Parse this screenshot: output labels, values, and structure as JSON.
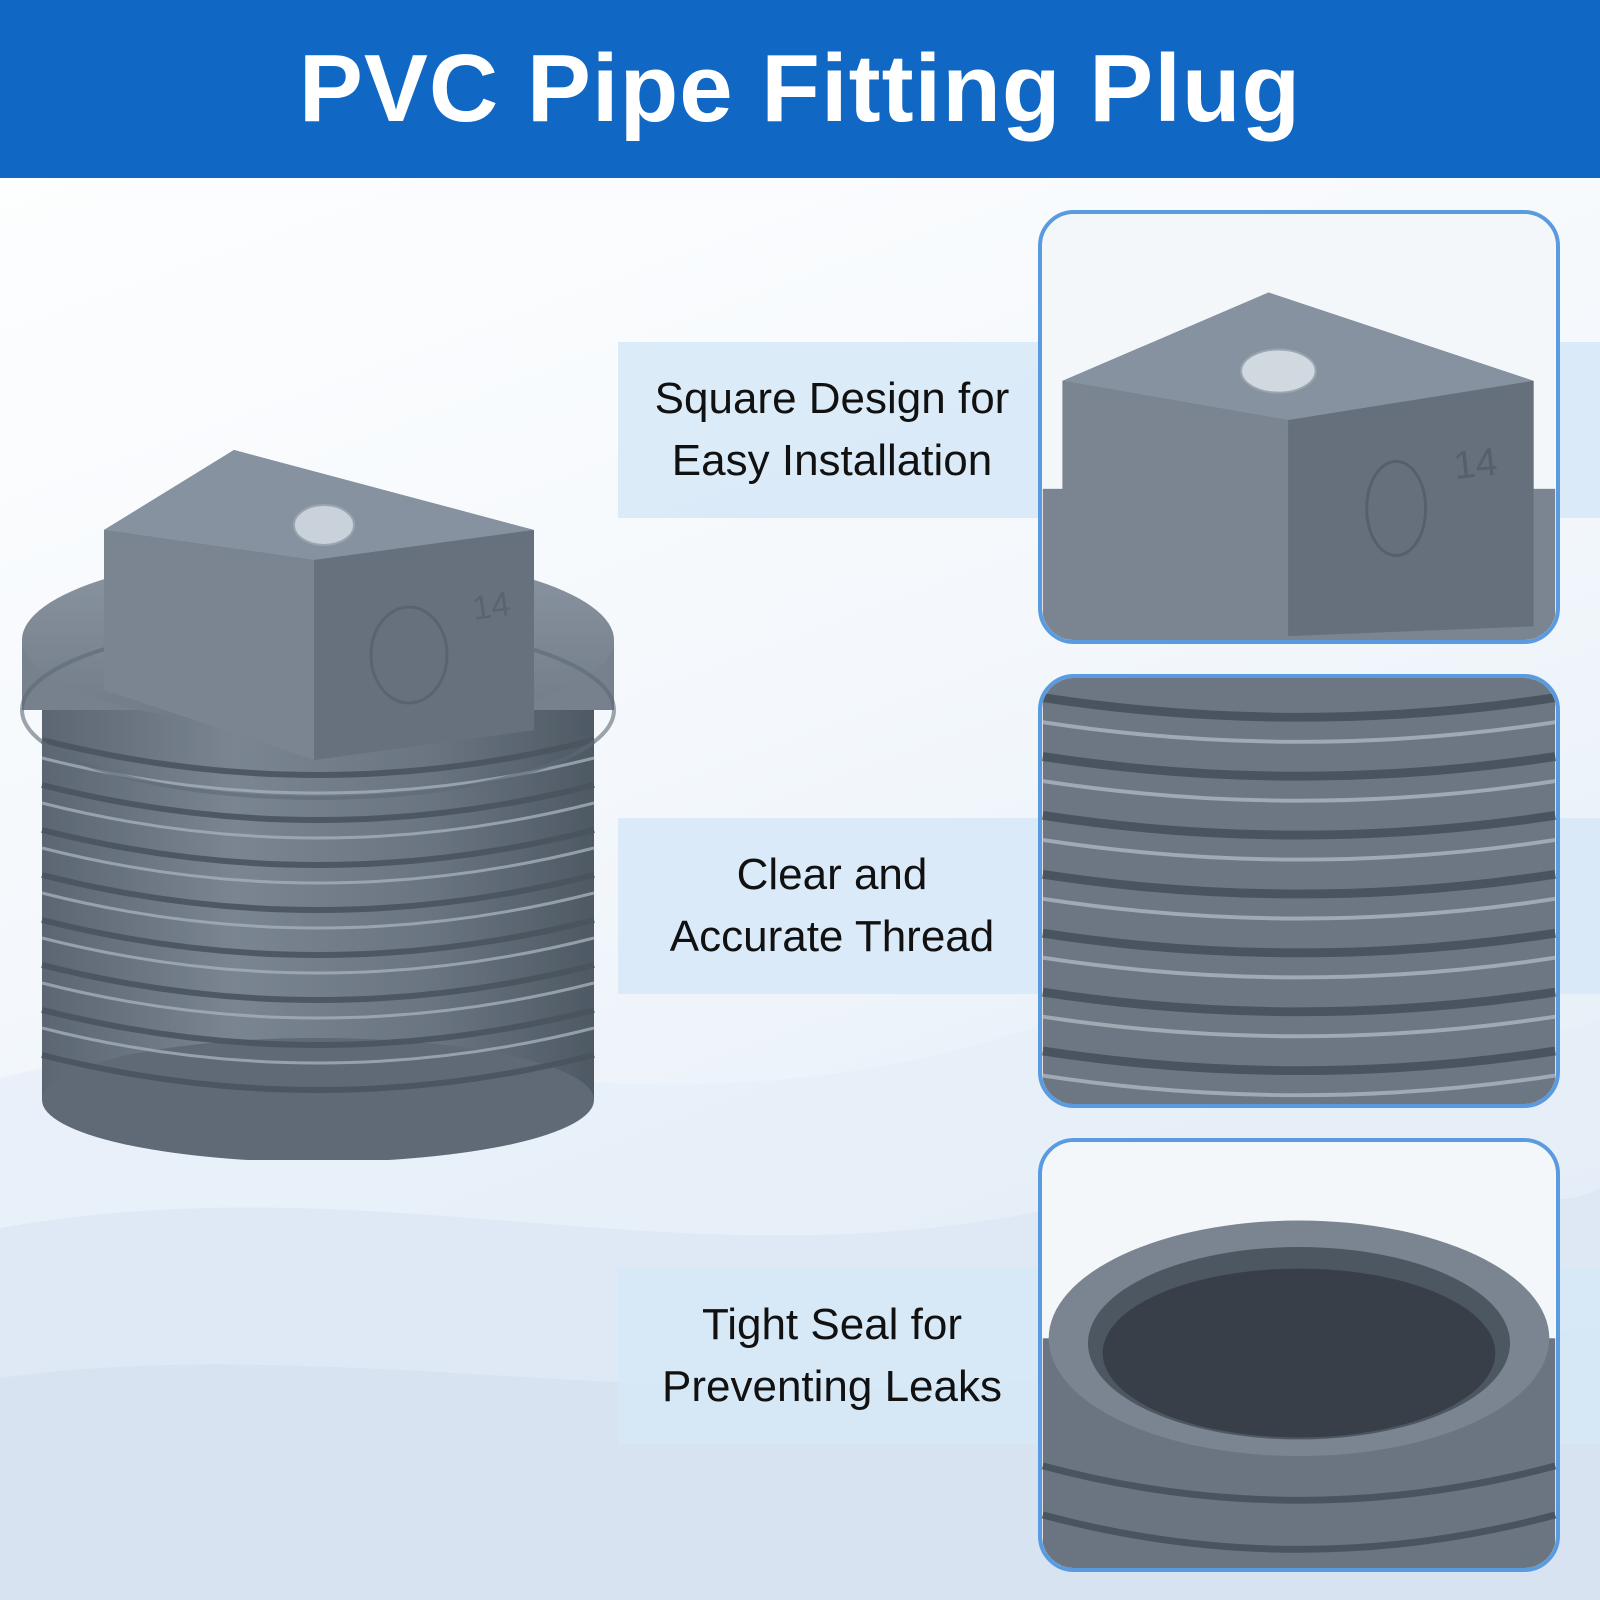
{
  "header": {
    "title": "PVC Pipe Fitting Plug"
  },
  "product": {
    "size_marking": "14"
  },
  "features": [
    {
      "line1": "Square Design for",
      "line2": "Easy Installation",
      "icon": "square-head-closeup"
    },
    {
      "line1": "Clear and",
      "line2": "Accurate Thread",
      "icon": "thread-closeup"
    },
    {
      "line1": "Tight Seal for",
      "line2": "Preventing Leaks",
      "icon": "seal-closeup"
    }
  ],
  "colors": {
    "banner": "#1068c4",
    "card_border": "#5a9be0",
    "pvc_gray": "#6b7683",
    "band": "#d6e7f7"
  }
}
